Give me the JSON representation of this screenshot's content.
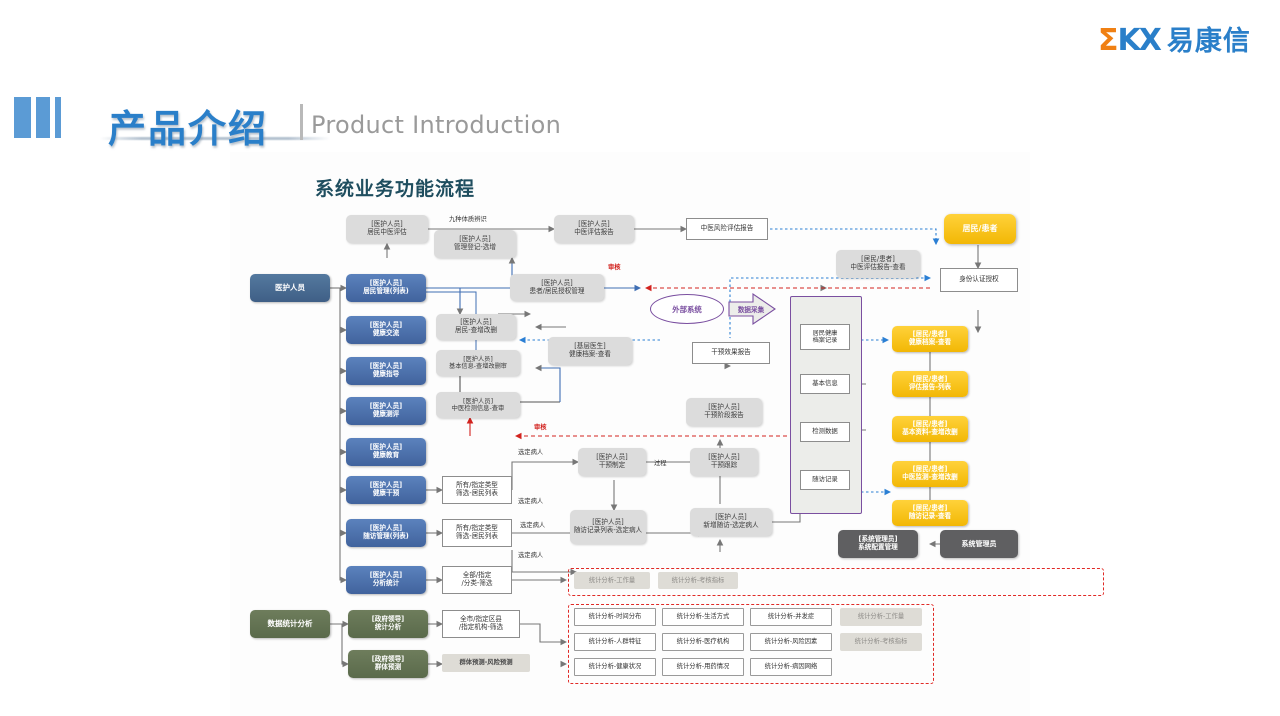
{
  "logo": {
    "mark_sigma": "Σ",
    "mark_kx": "KX",
    "name": "易康信"
  },
  "header": {
    "title": "产品介绍",
    "subtitle": "Product Introduction"
  },
  "diagram": {
    "title": "系统业务功能流程",
    "roles": {
      "medical_staff": "医护人员",
      "data_stats": "数据统计分析",
      "resident_patient": "居民/患者",
      "system_admin": "系统管理员"
    },
    "blue_nodes": [
      {
        "label": "[医护人员]\n居民管理(列表)"
      },
      {
        "label": "[医护人员]\n健康交流"
      },
      {
        "label": "[医护人员]\n健康指导"
      },
      {
        "label": "[医护人员]\n健康测评"
      },
      {
        "label": "[医护人员]\n健康教育"
      },
      {
        "label": "[医护人员]\n健康干预"
      },
      {
        "label": "[医护人员]\n随访管理(列表)"
      },
      {
        "label": "[医护人员]\n分析统计"
      }
    ],
    "green_nodes": [
      {
        "label": "[政府领导]\n统计分析"
      },
      {
        "label": "[政府领导]\n群体预测"
      }
    ],
    "gray_nodes": [
      {
        "label": "[医护人员]\n居民中医评估"
      },
      {
        "label": "[医护人员]\n管理登记-选增"
      },
      {
        "label": "[医护人员]\n患者/居民授权管理"
      },
      {
        "label": "[医护人员]\n居民-查增改删"
      },
      {
        "label": "[医护人员]\n基本信息-查增改删审"
      },
      {
        "label": "[医护人员]\n中医检测信息-查审"
      },
      {
        "label": "[医护人员]\n中医评估报告"
      },
      {
        "label": "[基层医生]\n健康档案-查看"
      },
      {
        "label": "[医护人员]\n干预制定"
      },
      {
        "label": "[医护人员]\n干预跟踪"
      },
      {
        "label": "[医护人员]\n干预阶段报告"
      },
      {
        "label": "[医护人员]\n随访记录列表-选定病人"
      },
      {
        "label": "[医护人员]\n新增随访-选定病人"
      },
      {
        "label": "[居民/患者]\n中医评估报告-查看"
      }
    ],
    "white_rects": [
      {
        "label": "中医风险评估报告"
      },
      {
        "label": "身份认证授权"
      },
      {
        "label": "干预效果报告"
      },
      {
        "label": "所有/指定类型\n筛选-居民列表"
      },
      {
        "label": "所有/指定类型\n筛选-居民列表"
      },
      {
        "label": "全部/指定\n/分类-筛选"
      },
      {
        "label": "全市/指定区县\n/指定机构-筛选"
      }
    ],
    "yellow_nodes": [
      {
        "label": "[居民/患者]\n健康档案-查看"
      },
      {
        "label": "[居民/患者]\n评估报告-列表"
      },
      {
        "label": "[居民/患者]\n基本资料-查增改删"
      },
      {
        "label": "[居民/患者]\n中医监测-查增改删"
      },
      {
        "label": "[居民/患者]\n随访记录-查看"
      }
    ],
    "admin_nodes": [
      {
        "label": "[系统管理员]\n系统配置管理"
      }
    ],
    "external_system": "外部系统",
    "data_collect_arrow": "数据采集",
    "store_records": [
      {
        "label": "居民健康\n档案记录"
      },
      {
        "label": "基本信息"
      },
      {
        "label": "检测数据"
      },
      {
        "label": "随访记录"
      }
    ],
    "group_predict_chip": "群体预测-风险预测",
    "edge_labels": [
      {
        "text": "九种体质辨识"
      },
      {
        "text": "审核"
      },
      {
        "text": "审核"
      },
      {
        "text": "选定病人"
      },
      {
        "text": "选定病人"
      },
      {
        "text": "选定病人"
      },
      {
        "text": "选定病人"
      },
      {
        "text": "过程"
      }
    ],
    "stats_row_top": [
      {
        "label": "统计分析-工作量",
        "muted": true
      },
      {
        "label": "统计分析-考核指标",
        "muted": true
      }
    ],
    "stats_grid": [
      {
        "label": "统计分析-时间分布",
        "muted": false
      },
      {
        "label": "统计分析-生活方式",
        "muted": false
      },
      {
        "label": "统计分析-并发症",
        "muted": false
      },
      {
        "label": "统计分析-工作量",
        "muted": true
      },
      {
        "label": "统计分析-人群特征",
        "muted": false
      },
      {
        "label": "统计分析-医疗机构",
        "muted": false
      },
      {
        "label": "统计分析-风险因素",
        "muted": false
      },
      {
        "label": "统计分析-考核指标",
        "muted": true
      },
      {
        "label": "统计分析-健康状况",
        "muted": false
      },
      {
        "label": "统计分析-用药情况",
        "muted": false
      },
      {
        "label": "统计分析-病因网络",
        "muted": false
      }
    ]
  },
  "colors": {
    "brand_blue": "#2a7fc9",
    "brand_orange": "#f08013",
    "node_blue": "#41639d",
    "node_green": "#5a6a4b",
    "node_yellow": "#f2b705",
    "node_gray": "#dcdcdc",
    "purple": "#7a4fa0",
    "red": "#d2231f",
    "title_teal": "#1f4e5f"
  }
}
